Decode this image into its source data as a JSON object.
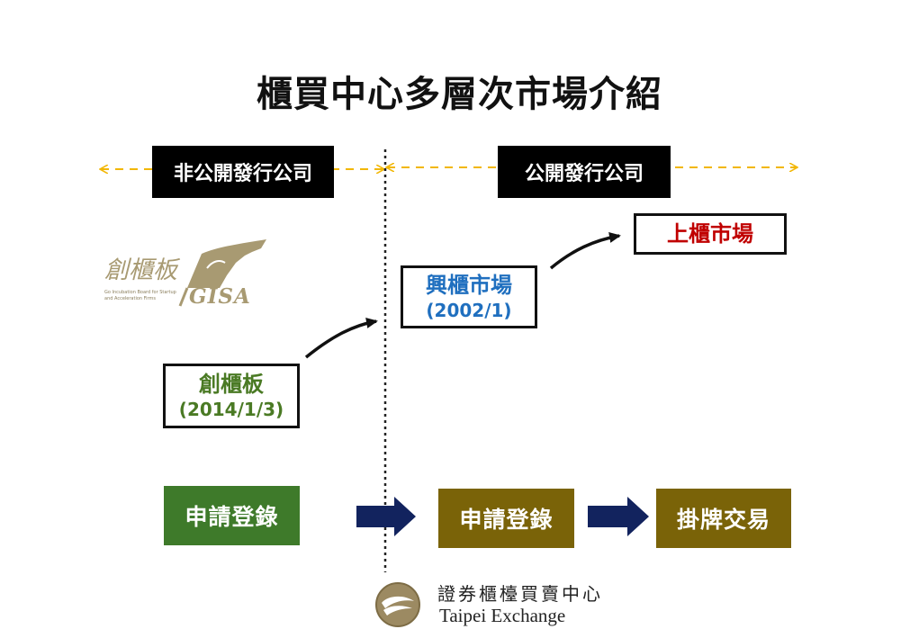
{
  "title": "櫃買中心多層次市場介紹",
  "zones": {
    "private_label": "非公開發行公司",
    "public_label": "公開發行公司"
  },
  "gisa_logo": {
    "chinese": "創櫃板",
    "english_line1": "Go Incubation Board for Startup",
    "english_line2": "and Acceleration Firms",
    "mark": "GISA"
  },
  "boards": {
    "gisa": {
      "name": "創櫃板",
      "date": "(2014/1/3)",
      "color": "#4a7a24"
    },
    "emerging": {
      "name": "興櫃市場",
      "date": "(2002/1)",
      "color": "#1f6fbf"
    },
    "otc": {
      "name": "上櫃市場",
      "color": "#c00000"
    }
  },
  "process": {
    "gisa_register": "申請登錄",
    "emerging_register": "申請登錄",
    "listing_trade": "掛牌交易",
    "green": "#3e7a2a",
    "olive": "#7a6308",
    "navy": "#12235e"
  },
  "footer_logo": {
    "chinese": "證券櫃檯買賣中心",
    "english": "Taipei Exchange"
  }
}
